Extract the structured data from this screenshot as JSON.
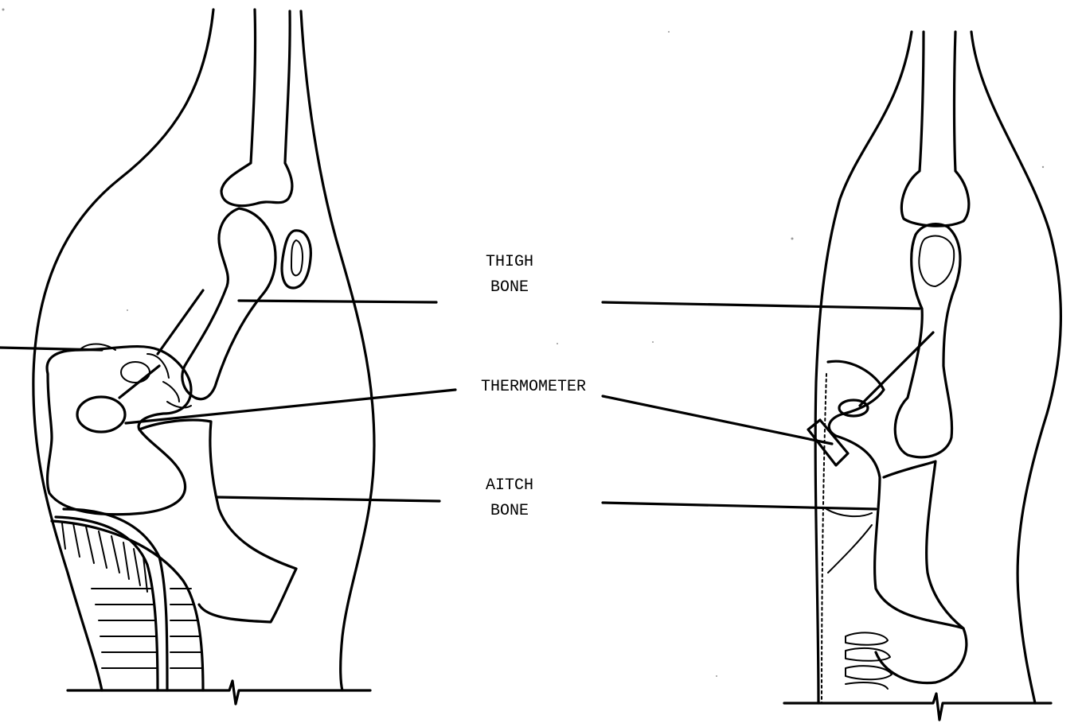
{
  "labels": {
    "thigh_bone_line1": "THIGH",
    "thigh_bone_line2": "BONE",
    "thermometer": "THERMOMETER",
    "aitch_bone_line1": "AITCH",
    "aitch_bone_line2": "BONE"
  }
}
